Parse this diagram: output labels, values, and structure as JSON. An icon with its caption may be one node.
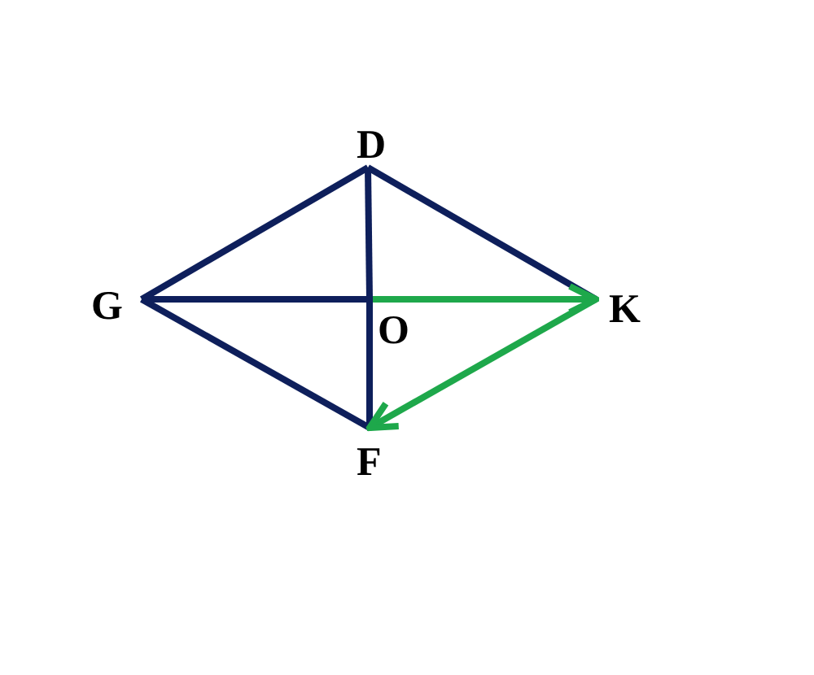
{
  "diagram": {
    "nodes": [
      {
        "text": [
          "D"
        ]
      },
      {
        "text": [
          "G"
        ]
      },
      {
        "text": [
          "O"
        ]
      },
      {
        "text": [
          "K"
        ]
      },
      {
        "text": [
          "F"
        ]
      }
    ],
    "edges": [
      {
        "from": 0,
        "to": 1,
        "arrow": "none"
      },
      {
        "from": 0,
        "to": 3,
        "arrow": "none"
      },
      {
        "from": 1,
        "to": 4,
        "arrow": "none"
      },
      {
        "from": 1,
        "to": 2,
        "arrow": "none"
      },
      {
        "from": 2,
        "to": 3,
        "arrow": "to",
        "color": "#1ea84b"
      },
      {
        "from": 0,
        "to": 2,
        "arrow": "none"
      },
      {
        "from": 2,
        "to": 4,
        "arrow": "none"
      },
      {
        "from": 3,
        "to": 4,
        "arrow": "to",
        "color": "#1ea84b"
      }
    ]
  }
}
